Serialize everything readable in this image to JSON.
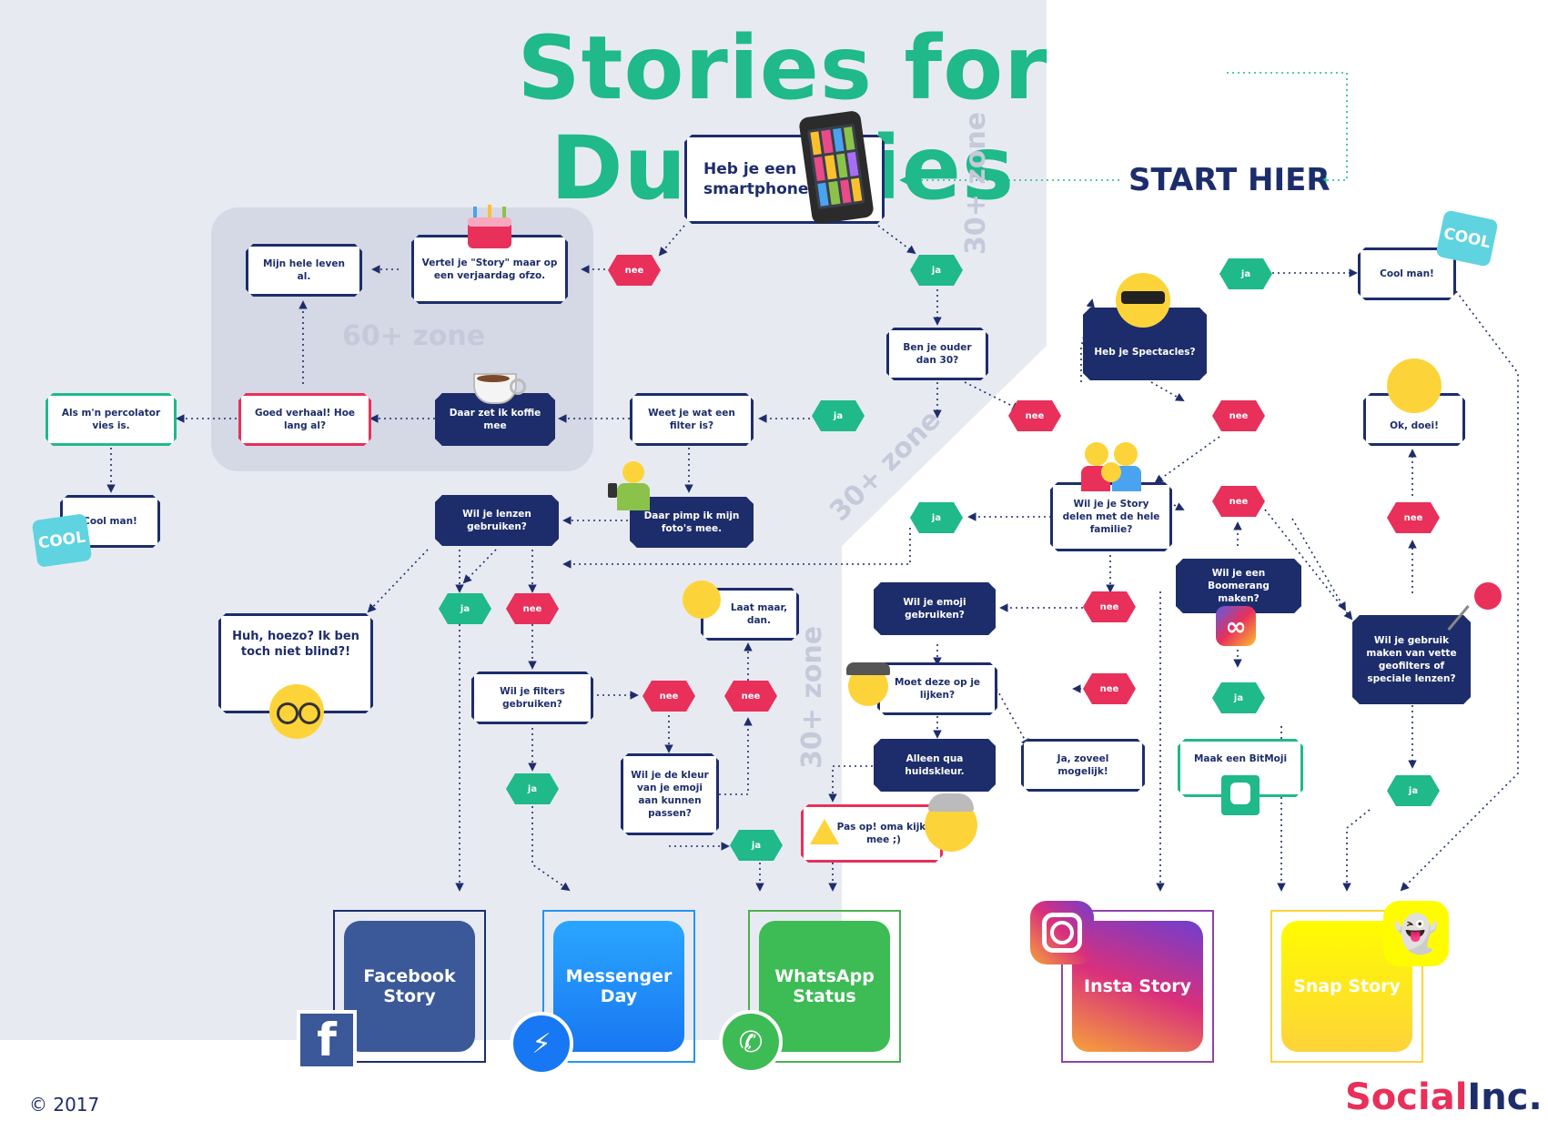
{
  "title": "Stories for Dummies",
  "start_label": "START HIER",
  "zones": {
    "z60": "60+ zone",
    "z30a": "30+ zone",
    "z30b": "30+ zone",
    "z30c": "30+ zone"
  },
  "nodes": {
    "smartphone": "Heb je een smartphone?",
    "verjaardag": "Vertel je \"Story\" maar op een verjaardag ofzo.",
    "leven": "Mijn hele leven al.",
    "ouder30": "Ben je ouder dan 30?",
    "filter": "Weet je wat een filter is?",
    "koffie": "Daar zet ik koffie mee",
    "goedverhaal": "Goed verhaal! Hoe lang al?",
    "percolator": "Als m'n percolator vies is.",
    "coolman_left": "Cool man!",
    "pimp": "Daar pimp ik mijn foto's mee.",
    "lenzen": "Wil je lenzen gebruiken?",
    "huh": "Huh, hoezo? Ik ben toch niet blind?!",
    "filters_gebruiken": "Wil je filters gebruiken?",
    "laat_maar": "Laat maar, dan.",
    "kleur_emoji": "Wil je de kleur van je emoji aan kunnen passen?",
    "spectacles": "Heb je Spectacles?",
    "coolman_right": "Cool man!",
    "okdoei": "Ok, doei!",
    "familie": "Wil je je Story delen met de hele familie?",
    "emoji_gebruiken": "Wil je emoji gebruiken?",
    "moet_lijken": "Moet deze op je lijken?",
    "huidskleur": "Alleen qua huidskleur.",
    "zoveel": "Ja, zoveel mogelijk!",
    "oma": "Pas op! oma kijkt mee ;)",
    "boomerang": "Wil je een Boomerang maken?",
    "bitmoji": "Maak een BitMoji",
    "geofilters": "Wil je gebruik maken van vette geofilters of speciale lenzen?"
  },
  "labels": {
    "ja": "ja",
    "nee": "nee"
  },
  "badges": {
    "cool": "COOL"
  },
  "apps": {
    "facebook": "Facebook Story",
    "messenger": "Messenger Day",
    "whatsapp": "WhatsApp Status",
    "insta": "Insta Story",
    "snap": "Snap Story"
  },
  "footer": {
    "copyright": "© 2017",
    "brand_a": "Social",
    "brand_b": "Inc."
  },
  "colors": {
    "navy": "#1d2d6b",
    "green": "#1fb98a",
    "pink": "#e8305a",
    "zone_bg": "#e8eaf2"
  }
}
